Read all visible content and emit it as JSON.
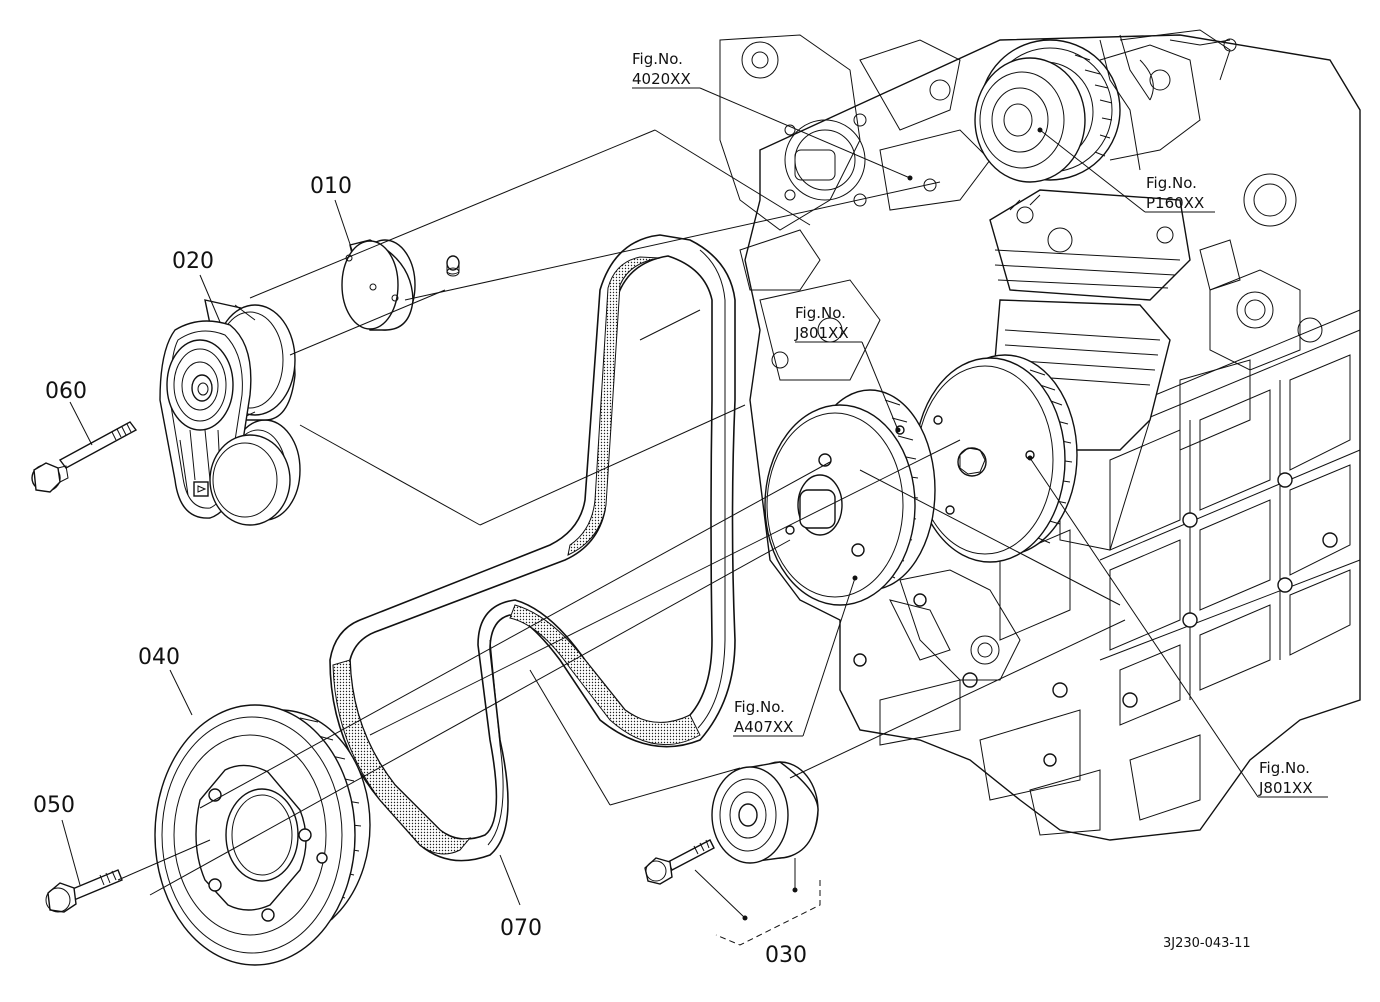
{
  "parts": {
    "p010": "010",
    "p020": "020",
    "p030": "030",
    "p040": "040",
    "p050": "050",
    "p060": "060",
    "p070": "070"
  },
  "figure_refs": {
    "ref_4020": {
      "line1": "Fig.No.",
      "line2": "4020XX"
    },
    "ref_p160": {
      "line1": "Fig.No.",
      "line2": "P160XX"
    },
    "ref_j801_a": {
      "line1": "Fig.No.",
      "line2": "J801XX"
    },
    "ref_a407": {
      "line1": "Fig.No.",
      "line2": "A407XX"
    },
    "ref_j801_b": {
      "line1": "Fig.No.",
      "line2": "J801XX"
    }
  },
  "drawing_code": "3J230-043-11"
}
